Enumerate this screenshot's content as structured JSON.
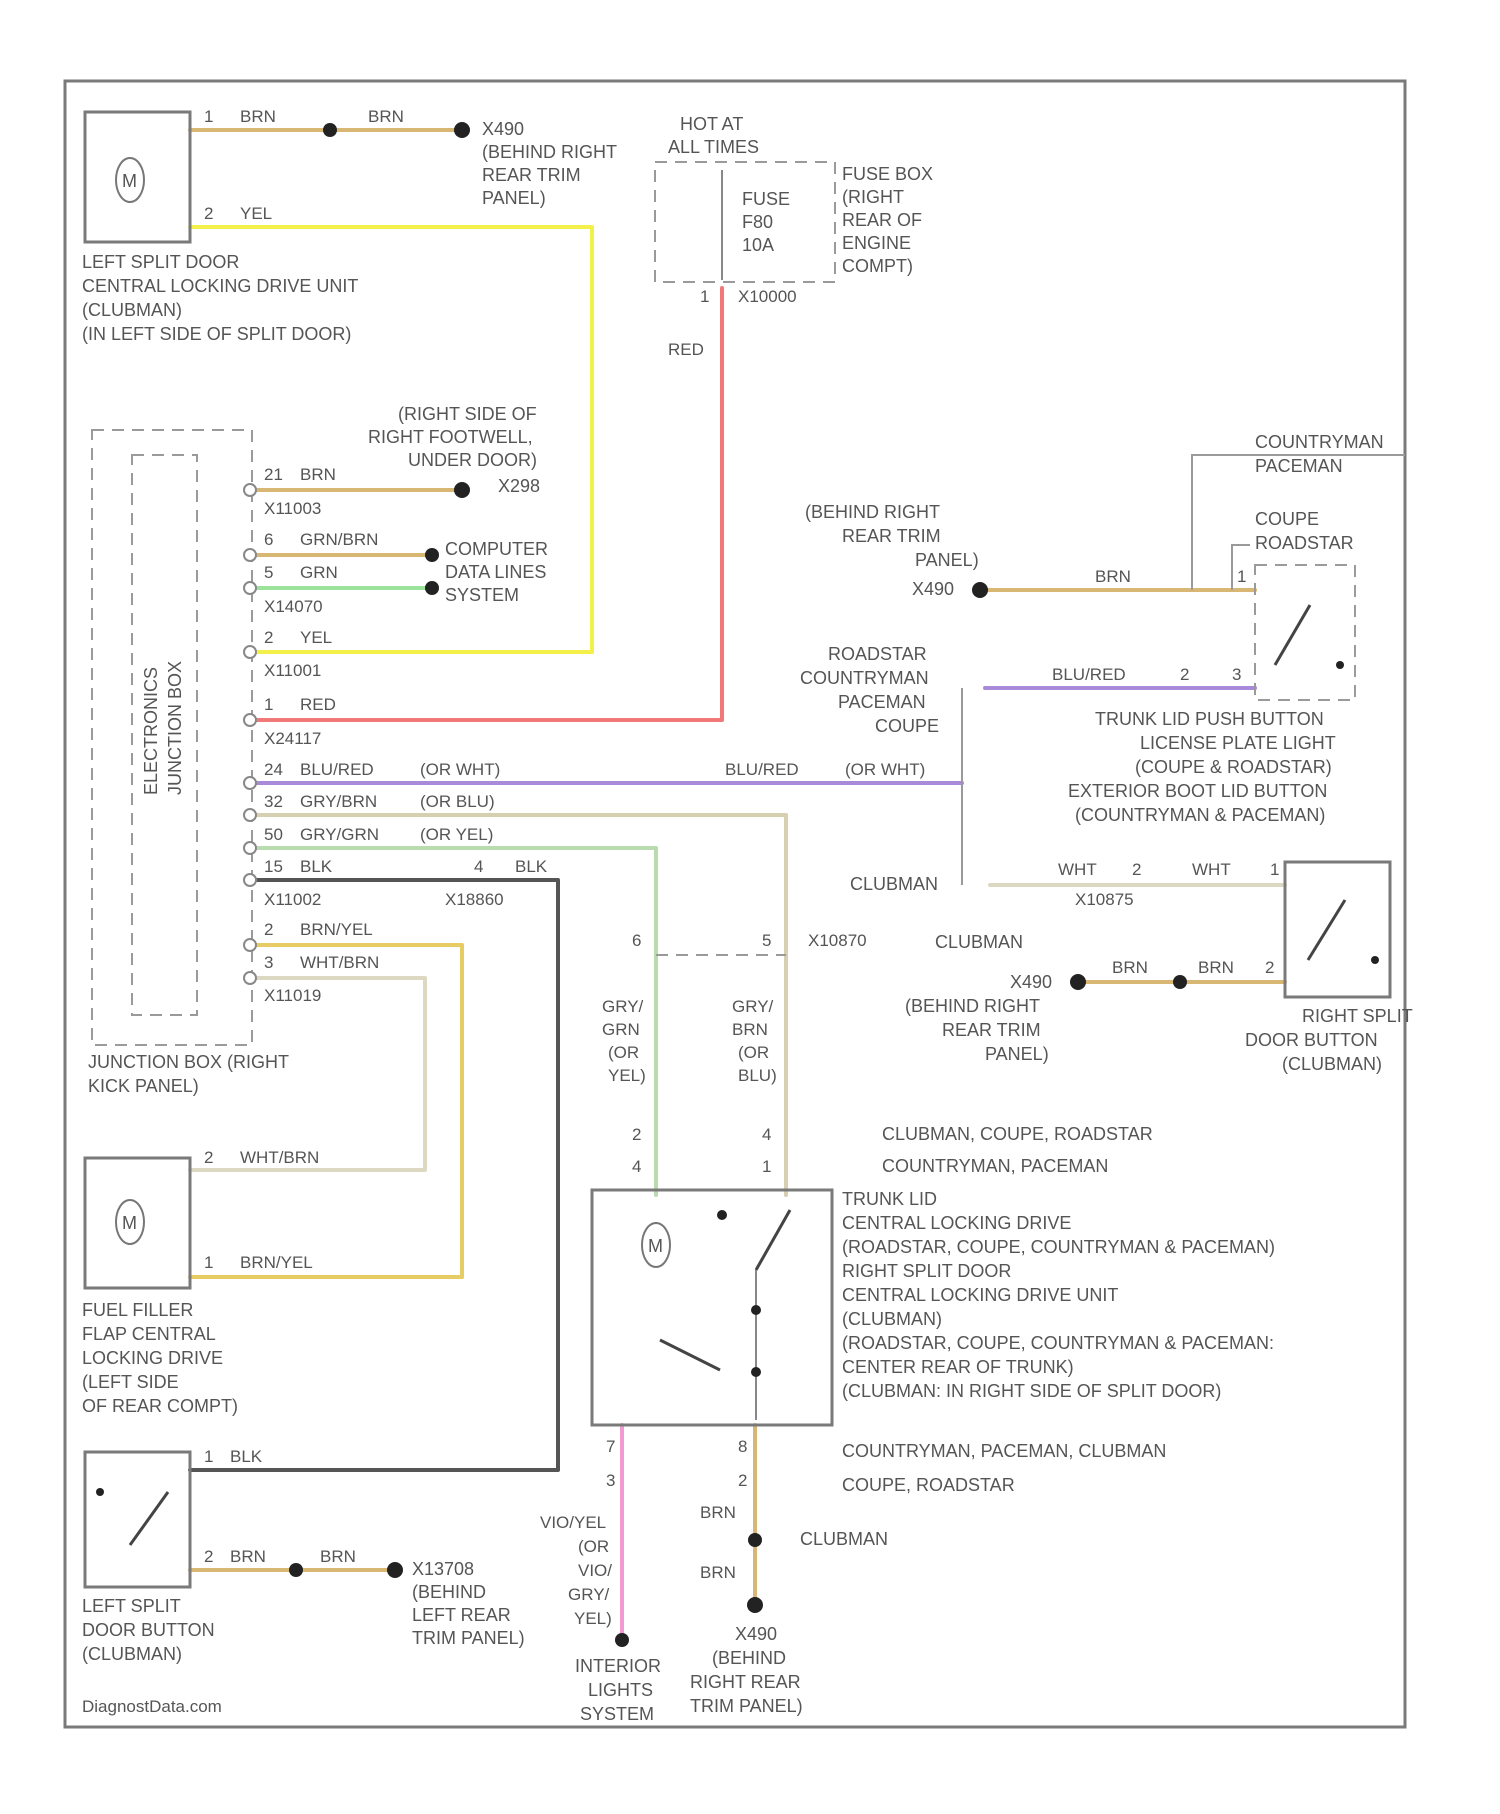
{
  "colors": {
    "brn": "#d8b673",
    "yel": "#f4f04a",
    "red": "#f27878",
    "grn": "#9be39b",
    "blu_red": "#a98ad8",
    "gry_brn": "#d6cfb0",
    "gry_grn": "#b9dbb0",
    "blk": "#555555",
    "brn_yel": "#e6cc62",
    "wht_brn": "#dcd8c2",
    "pink": "#f29ad2",
    "frame": "#7a7a7a"
  },
  "components": {
    "left_split_door_drive": [
      "LEFT SPLIT DOOR",
      "CENTRAL LOCKING DRIVE UNIT",
      "(CLUBMAN)",
      "(IN LEFT SIDE OF SPLIT DOOR)"
    ],
    "fuse_box": [
      "FUSE BOX",
      "(RIGHT",
      "REAR OF",
      "ENGINE",
      "COMPT)"
    ],
    "fuse": [
      "FUSE",
      "F80",
      "10A"
    ],
    "hot_at": [
      "HOT AT",
      "ALL TIMES"
    ],
    "electronics_junction_box": [
      "ELECTRONICS",
      "JUNCTION BOX"
    ],
    "junction_box_location": [
      "JUNCTION BOX (RIGHT",
      "KICK PANEL)"
    ],
    "fuel_filler_drive": [
      "FUEL FILLER",
      "FLAP CENTRAL",
      "LOCKING DRIVE",
      "(LEFT SIDE",
      "OF REAR COMPT)"
    ],
    "left_split_door_button": [
      "LEFT SPLIT",
      "DOOR BUTTON",
      "(CLUBMAN)"
    ],
    "trunk_lid_push_button": [
      "TRUNK LID PUSH BUTTON",
      "LICENSE PLATE LIGHT",
      "(COUPE & ROADSTAR)",
      "EXTERIOR BOOT LID BUTTON",
      "(COUNTRYMAN & PACEMAN)"
    ],
    "right_split_door_button": [
      "RIGHT SPLIT",
      "DOOR BUTTON",
      "(CLUBMAN)"
    ],
    "trunk_lid_drive": [
      "TRUNK LID",
      "CENTRAL LOCKING DRIVE",
      "(ROADSTAR, COUPE, COUNTRYMAN & PACEMAN)",
      "RIGHT SPLIT DOOR",
      "CENTRAL LOCKING DRIVE UNIT",
      "(CLUBMAN)",
      "(ROADSTAR, COUPE, COUNTRYMAN & PACEMAN:",
      "CENTER REAR OF TRUNK)",
      "(CLUBMAN: IN RIGHT SIDE OF SPLIT DOOR)"
    ],
    "interior_lights": [
      "INTERIOR",
      "LIGHTS",
      "SYSTEM"
    ],
    "computer_data_lines": [
      "COMPUTER",
      "DATA LINES",
      "SYSTEM"
    ],
    "motor_symbol": "M"
  },
  "grounds": {
    "x490_top": [
      "X490",
      "(BEHIND RIGHT",
      "REAR TRIM",
      "PANEL)"
    ],
    "x298": [
      "(RIGHT SIDE OF",
      "RIGHT FOOTWELL,",
      "UNDER DOOR)",
      "X298"
    ],
    "x490_right": [
      "(BEHIND RIGHT",
      "REAR TRIM",
      "PANEL)",
      "X490"
    ],
    "x490_mid": [
      "X490",
      "(BEHIND RIGHT",
      "REAR TRIM",
      "PANEL)"
    ],
    "x13708": [
      "X13708",
      "(BEHIND",
      "LEFT REAR",
      "TRIM PANEL)"
    ],
    "x490_bottom": [
      "X490",
      "(BEHIND",
      "RIGHT REAR",
      "TRIM PANEL)"
    ]
  },
  "connectors": {
    "x10000": "X10000",
    "x11003": "X11003",
    "x14070": "X14070",
    "x11001": "X11001",
    "x24117": "X24117",
    "x11002": "X11002",
    "x18860": "X18860",
    "x11019": "X11019",
    "x10870": "X10870",
    "x10875": "X10875"
  },
  "wires": {
    "brn": "BRN",
    "yel": "YEL",
    "red": "RED",
    "grn_brn": "GRN/BRN",
    "grn": "GRN",
    "blu_red": "BLU/RED",
    "or_wht": "(OR WHT)",
    "gry_brn": "GRY/BRN",
    "or_blu": "(OR BLU)",
    "gry_grn": "GRY/GRN",
    "or_yel": "(OR YEL)",
    "blk": "BLK",
    "brn_yel": "BRN/YEL",
    "wht_brn": "WHT/BRN",
    "wht": "WHT",
    "gry_grn_vert": [
      "GRY/",
      "GRN",
      "(OR",
      "YEL)"
    ],
    "gry_brn_vert": [
      "GRY/",
      "BRN",
      "(OR",
      "BLU)"
    ],
    "vio_yel_vert": [
      "VIO/YEL",
      "(OR",
      "VIO/",
      "GRY/",
      "YEL)"
    ]
  },
  "pins": {
    "p1": "1",
    "p2": "2",
    "p3": "3",
    "p4": "4",
    "p5": "5",
    "p6": "6",
    "p7": "7",
    "p8": "8",
    "p15": "15",
    "p21": "21",
    "p24": "24",
    "p32": "32",
    "p50": "50"
  },
  "variants": {
    "countryman_paceman": [
      "COUNTRYMAN",
      "PACEMAN"
    ],
    "coupe_roadstar": [
      "COUPE",
      "ROADSTAR"
    ],
    "four_models": [
      "ROADSTAR",
      "COUNTRYMAN",
      "PACEMAN",
      "COUPE"
    ],
    "clubman": "CLUBMAN",
    "clubman_coupe_roadstar": "CLUBMAN, COUPE, ROADSTAR",
    "countryman_paceman_line": "COUNTRYMAN, PACEMAN",
    "countryman_paceman_clubman": "COUNTRYMAN, PACEMAN, CLUBMAN",
    "coupe_roadstar_line": "COUPE, ROADSTAR"
  },
  "footer": "DiagnostData.com"
}
